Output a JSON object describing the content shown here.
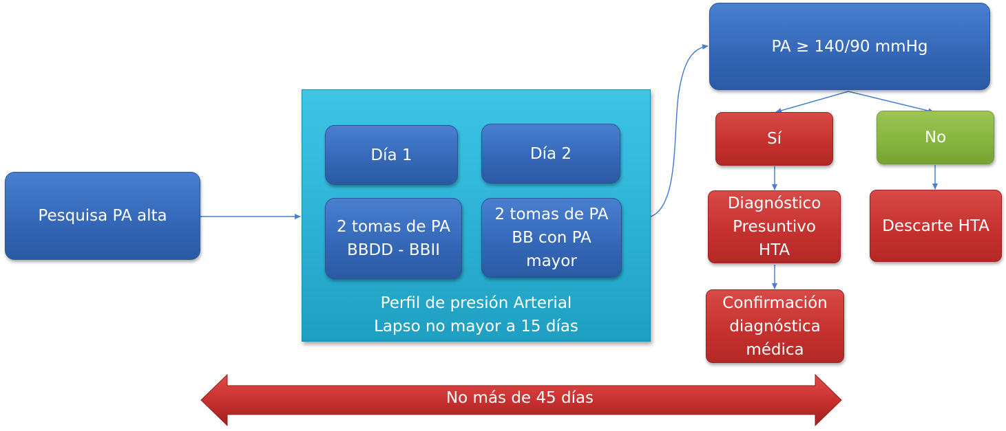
{
  "nodes": {
    "pesquisa": "Pesquisa PA alta",
    "dia1": "Día 1",
    "dia2": "Día 2",
    "tomas1": "2 tomas de PA\nBBDD - BBII",
    "tomas2": "2 tomas de PA\nBB con PA\nmayor",
    "panel_caption": "Perfil de presión Arterial\nLapso no mayor a 15 días",
    "pa_threshold": "PA ≥ 140/90 mmHg",
    "si": "Sí",
    "no": "No",
    "diagnostico": "Diagnóstico\nPresuntivo\nHTA",
    "confirmacion": "Confirmación\ndiagnóstica\nmédica",
    "descarte": "Descarte HTA"
  },
  "timeline": {
    "label": "No más de 45 días"
  },
  "colors": {
    "blue": "#3568b8",
    "teal": "#2eb3d6",
    "red": "#c4302e",
    "green": "#86b43d",
    "connector": "#4a7fcf"
  }
}
